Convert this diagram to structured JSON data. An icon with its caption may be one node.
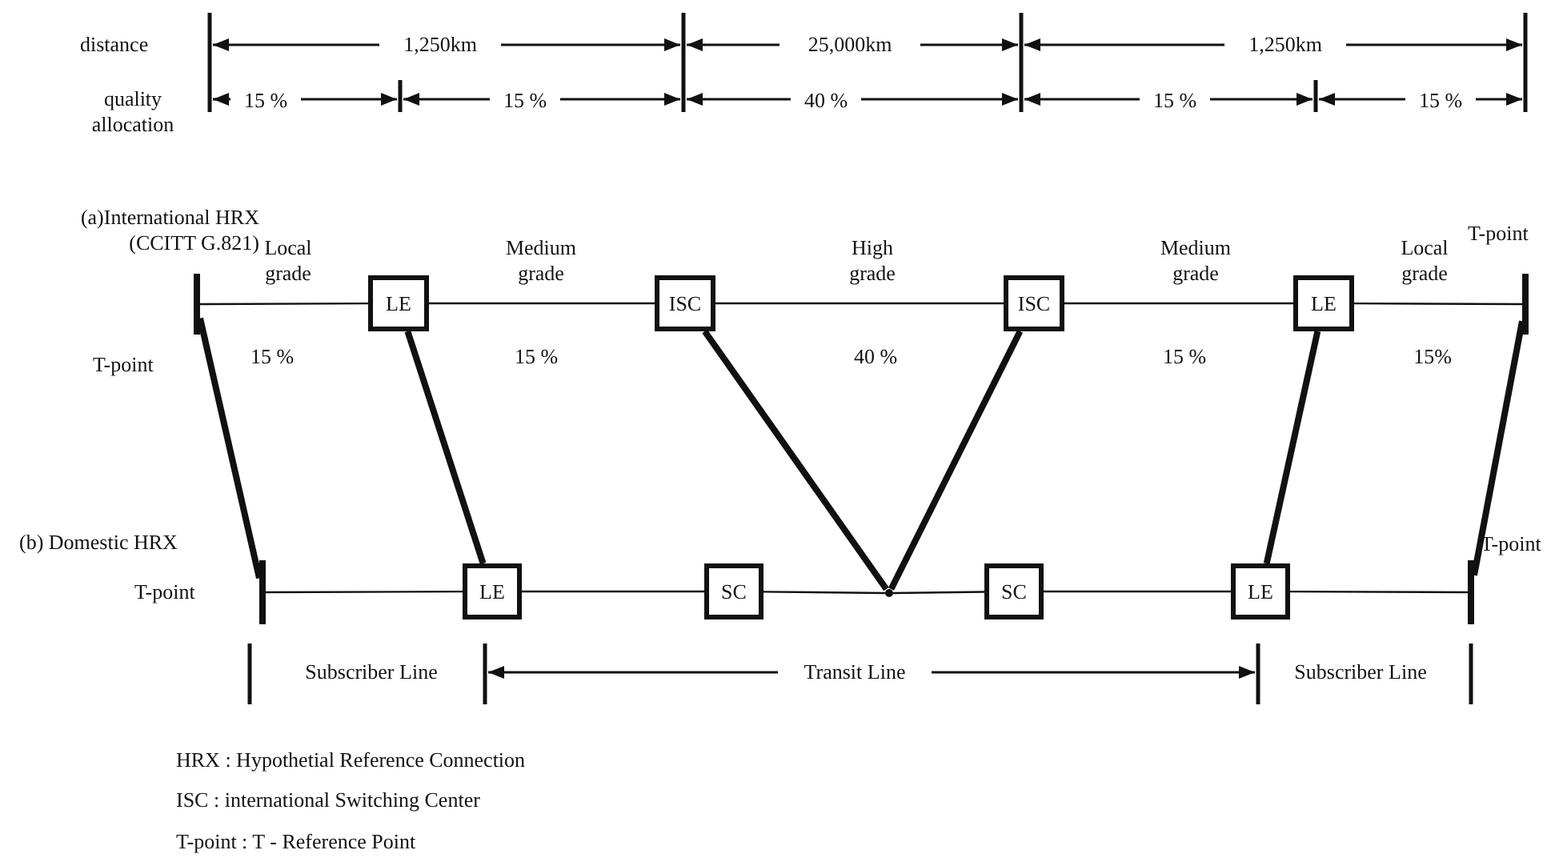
{
  "diagram": {
    "nodes": [
      {
        "text": [],
        "shape": "bar",
        "beside": [
          "T-point"
        ]
      },
      {
        "text": [
          "LE"
        ]
      },
      {
        "text": [
          "ISC"
        ]
      },
      {
        "text": [
          "ISC"
        ]
      },
      {
        "text": [
          "LE"
        ]
      },
      {
        "text": [],
        "shape": "bar",
        "beside": [
          "T-point"
        ]
      },
      {
        "text": [],
        "shape": "bar",
        "beside": [
          "T-point"
        ]
      },
      {
        "text": [
          "LE"
        ]
      },
      {
        "text": [
          "SC"
        ]
      },
      {
        "text": [],
        "shape": "point"
      },
      {
        "text": [
          "SC"
        ]
      },
      {
        "text": [
          "LE"
        ]
      },
      {
        "text": [],
        "shape": "bar",
        "beside": [
          "T-point"
        ]
      }
    ],
    "edges": [
      {
        "from": 0,
        "to": 1,
        "arrow": "none"
      },
      {
        "from": 1,
        "to": 2,
        "arrow": "none"
      },
      {
        "from": 2,
        "to": 3,
        "arrow": "none"
      },
      {
        "from": 3,
        "to": 4,
        "arrow": "none"
      },
      {
        "from": 4,
        "to": 5,
        "arrow": "none"
      },
      {
        "from": 6,
        "to": 7,
        "arrow": "none"
      },
      {
        "from": 7,
        "to": 8,
        "arrow": "none"
      },
      {
        "from": 8,
        "to": 9,
        "arrow": "none"
      },
      {
        "from": 9,
        "to": 10,
        "arrow": "none"
      },
      {
        "from": 10,
        "to": 11,
        "arrow": "none"
      },
      {
        "from": 11,
        "to": 12,
        "arrow": "none"
      },
      {
        "from": 0,
        "to": 6,
        "arrow": "none",
        "style": "thick"
      },
      {
        "from": 1,
        "to": 7,
        "arrow": "none",
        "style": "thick"
      },
      {
        "from": 2,
        "to": 9,
        "arrow": "none",
        "style": "thick"
      },
      {
        "from": 3,
        "to": 9,
        "arrow": "none",
        "style": "thick"
      },
      {
        "from": 4,
        "to": 11,
        "arrow": "none",
        "style": "thick"
      },
      {
        "from": 5,
        "to": 12,
        "arrow": "none",
        "style": "thick"
      }
    ],
    "labels": [
      "distance",
      "1,250km",
      "25,000km",
      "1,250km",
      "quality allocation",
      "15 %",
      "15 %",
      "40 %",
      "15 %",
      "15 %",
      "(a)International HRX (CCITT G.821)",
      "Local grade",
      "Medium grade",
      "High grade",
      "Medium grade",
      "Local grade",
      "15 %",
      "15 %",
      "40 %",
      "15 %",
      "15%",
      "(b) Domestic HRX",
      "Subscriber Line",
      "Transit Line",
      "Subscriber Line",
      "HRX : Hypothetial Reference Connection",
      "ISC : international Switching Center",
      "T-point : T - Reference Point"
    ]
  }
}
